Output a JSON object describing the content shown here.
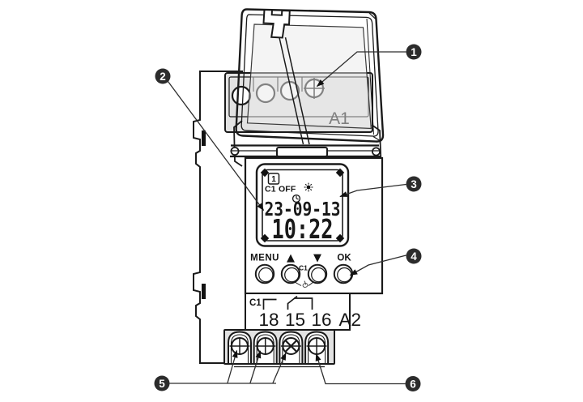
{
  "colors": {
    "line": "#1a1a1a",
    "panel_gray": "#e2e2e2",
    "cover_gray": "#e9e9e9",
    "callout_bg": "#2c2c2c",
    "callout_fg": "#ffffff"
  },
  "labels": {
    "top_terminal": "A1",
    "bottom_channel": "C1",
    "bottom_terminals": [
      "18",
      "15",
      "16",
      "A2"
    ]
  },
  "display": {
    "program_slot": "1",
    "channel_status": "C1 OFF",
    "date": "23-09-13",
    "time": "10:22",
    "icons": [
      "sun-icon",
      "clock-icon"
    ]
  },
  "keypad": {
    "menu": "MENU",
    "up": "▲",
    "down": "▼",
    "ok": "OK",
    "channel": "C1",
    "override_icon": "hand-icon"
  },
  "callouts": [
    {
      "n": "1"
    },
    {
      "n": "2"
    },
    {
      "n": "3"
    },
    {
      "n": "4"
    },
    {
      "n": "5"
    },
    {
      "n": "6"
    }
  ]
}
